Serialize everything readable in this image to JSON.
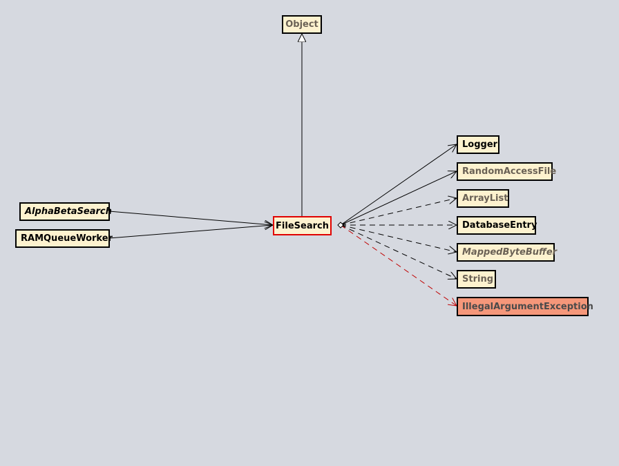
{
  "diagram": {
    "nodes": {
      "object": "Object",
      "filesearch": "FileSearch",
      "alphabetasearch": "AlphaBetaSearch",
      "ramqueueworker": "RAMQueueWorker",
      "logger": "Logger",
      "randomaccessfile": "RandomAccessFile",
      "arraylist": "ArrayList",
      "databaseentry": "DatabaseEntry",
      "mappedbytebuffer": "MappedByteBuffer",
      "string": "String",
      "illegalargumentexception": "IllegalArgumentException"
    },
    "colors": {
      "background": "#d6d9e0",
      "node_fill": "#fdf2cf",
      "focus_border": "#e00000",
      "exception_fill": "#f5977a",
      "exception_edge": "#c00000"
    }
  }
}
